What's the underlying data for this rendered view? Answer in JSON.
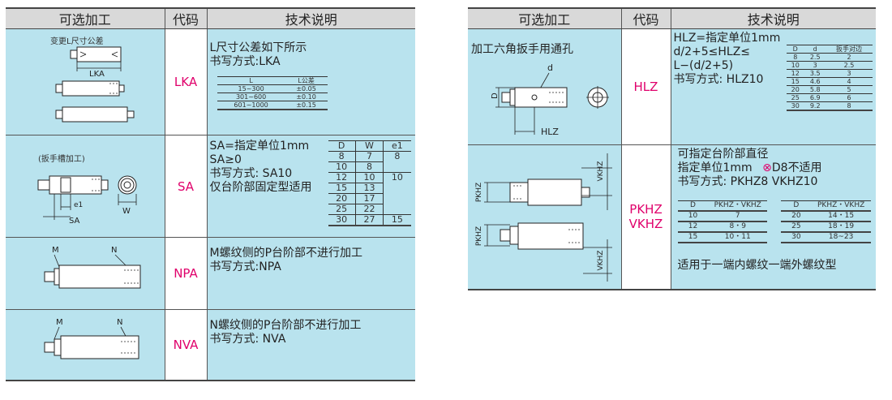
{
  "left": {
    "headers": [
      "可选加工",
      "代码",
      "技术说明"
    ],
    "rows": [
      {
        "code": "LKA",
        "caption": "变更L尺寸公差",
        "dim_label": "LKA",
        "desc": [
          "L尺寸公差如下所示",
          "书写方式:LKA"
        ],
        "table_head": [
          "L",
          "L公差"
        ],
        "table_rows": [
          [
            "15~300",
            "±0.05"
          ],
          [
            "301~600",
            "±0.10"
          ],
          [
            "601~1000",
            "±0.15"
          ]
        ]
      },
      {
        "code": "SA",
        "caption": "(扳手槽加工)",
        "dims": {
          "e1": "e1",
          "sa": "SA",
          "w": "W"
        },
        "desc": [
          "SA=指定单位1mm",
          "SA≥0",
          "书写方式: SA10",
          "仅台阶部固定型适用"
        ],
        "table_head": [
          "D",
          "W",
          "e1"
        ],
        "table_rows": [
          [
            "8",
            "7",
            "8"
          ],
          [
            "10",
            "8",
            ""
          ],
          [
            "12",
            "10",
            "10"
          ],
          [
            "15",
            "13",
            ""
          ],
          [
            "20",
            "17",
            ""
          ],
          [
            "25",
            "22",
            ""
          ],
          [
            "30",
            "27",
            "15"
          ]
        ]
      },
      {
        "code": "NPA",
        "labels": {
          "m": "M",
          "n": "N"
        },
        "desc": [
          "M螺纹侧的P台阶部不进行加工",
          "书写方式:NPA"
        ]
      },
      {
        "code": "NVA",
        "labels": {
          "m": "M",
          "n": "N"
        },
        "desc": [
          "N螺纹侧的P台阶部不进行加工",
          "书写方式: NVA"
        ]
      }
    ]
  },
  "right": {
    "headers": [
      "可选加工",
      "代码",
      "技术说明"
    ],
    "rows": [
      {
        "code": "HLZ",
        "caption": "加工六角扳手用通孔",
        "dims": {
          "d": "d",
          "D": "D",
          "hlz": "HLZ"
        },
        "desc": [
          "HLZ=指定单位1mm",
          "d/2+5≤HLZ≤",
          "L−(d/2+5)",
          "书写方式: HLZ10"
        ],
        "table_head": [
          "D",
          "d",
          "扳手对边"
        ],
        "table_rows": [
          [
            "8",
            "2.5",
            "2"
          ],
          [
            "10",
            "3",
            "2.5"
          ],
          [
            "12",
            "3.5",
            "3"
          ],
          [
            "15",
            "4.6",
            "4"
          ],
          [
            "20",
            "5.8",
            "5"
          ],
          [
            "25",
            "6.9",
            "6"
          ],
          [
            "30",
            "9.2",
            "8"
          ]
        ]
      },
      {
        "code_lines": [
          "PKHZ",
          "VKHZ"
        ],
        "dims": {
          "pkhz": "PKHZ",
          "vkhz": "VKHZ"
        },
        "desc": [
          "可指定台阶部直径",
          "指定单位1mm",
          "书写方式: PKHZ8 VKHZ10"
        ],
        "no_d8_symbol": "⊗",
        "no_d8_text": "D8不适用",
        "table_head": [
          "D",
          "PKHZ・VKHZ",
          "D",
          "PKHZ・VKHZ"
        ],
        "table_rows": [
          [
            "10",
            "7",
            "20",
            "14・15"
          ],
          [
            "12",
            "8・9",
            "25",
            "18・19"
          ],
          [
            "15",
            "10・11",
            "30",
            "18~23"
          ]
        ],
        "footer": "适用于一端内螺纹一端外螺纹型"
      }
    ]
  },
  "colors": {
    "cell_bg": "#b9e3ee",
    "header_bg": "#d9d9d9",
    "code_color": "#e0006b"
  }
}
